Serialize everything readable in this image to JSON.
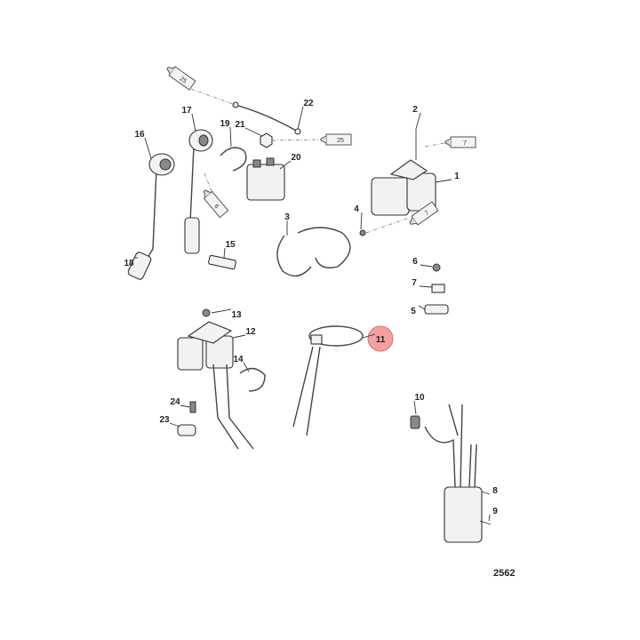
{
  "figure_number": "2562",
  "highlight_color": "#f4a0a0",
  "highlighted_callout": "11",
  "callouts": [
    "22",
    "17",
    "19",
    "21",
    "16",
    "20",
    "2",
    "1",
    "3",
    "4",
    "15",
    "18",
    "6",
    "7",
    "5",
    "13",
    "12",
    "11",
    "14",
    "10",
    "24",
    "23",
    "8",
    "9"
  ],
  "sealant_tubes": [
    "25",
    "25",
    "7",
    "7",
    "6"
  ]
}
